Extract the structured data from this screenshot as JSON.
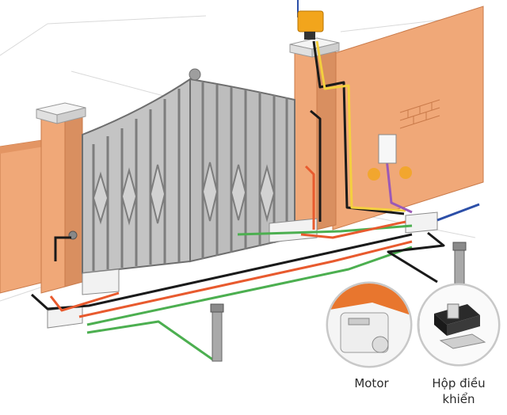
{
  "labels": {
    "motor": "Motor",
    "control_box_line1": "Hộp điều",
    "control_box_line2": "khiển"
  },
  "colors": {
    "wall": "#f0a878",
    "wall_shadow": "#d98f60",
    "pillar_cap": "#ececec",
    "gate": "#b9b9b9",
    "gate_dark": "#7d7d7d",
    "wire_red": "#e85a2e",
    "wire_green": "#4caf50",
    "wire_black": "#1a1a1a",
    "wire_yellow": "#f4d03f",
    "wire_blue": "#2c4fa8",
    "lamp": "#f2a51c"
  }
}
